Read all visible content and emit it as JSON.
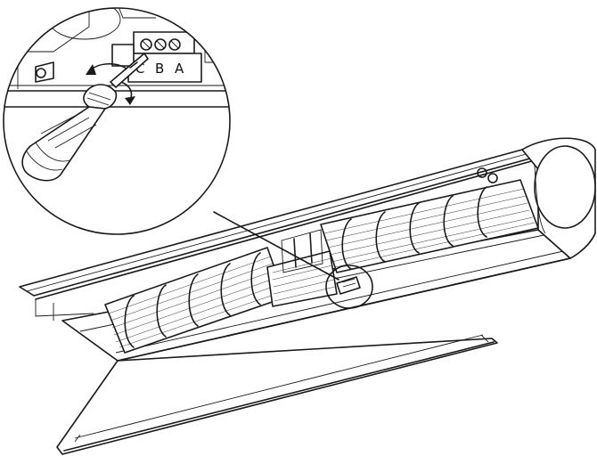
{
  "terminal_labels": {
    "c": "C",
    "b": "B",
    "a": "A"
  },
  "colors": {
    "line": "#1a1a1a",
    "background": "#ffffff"
  }
}
